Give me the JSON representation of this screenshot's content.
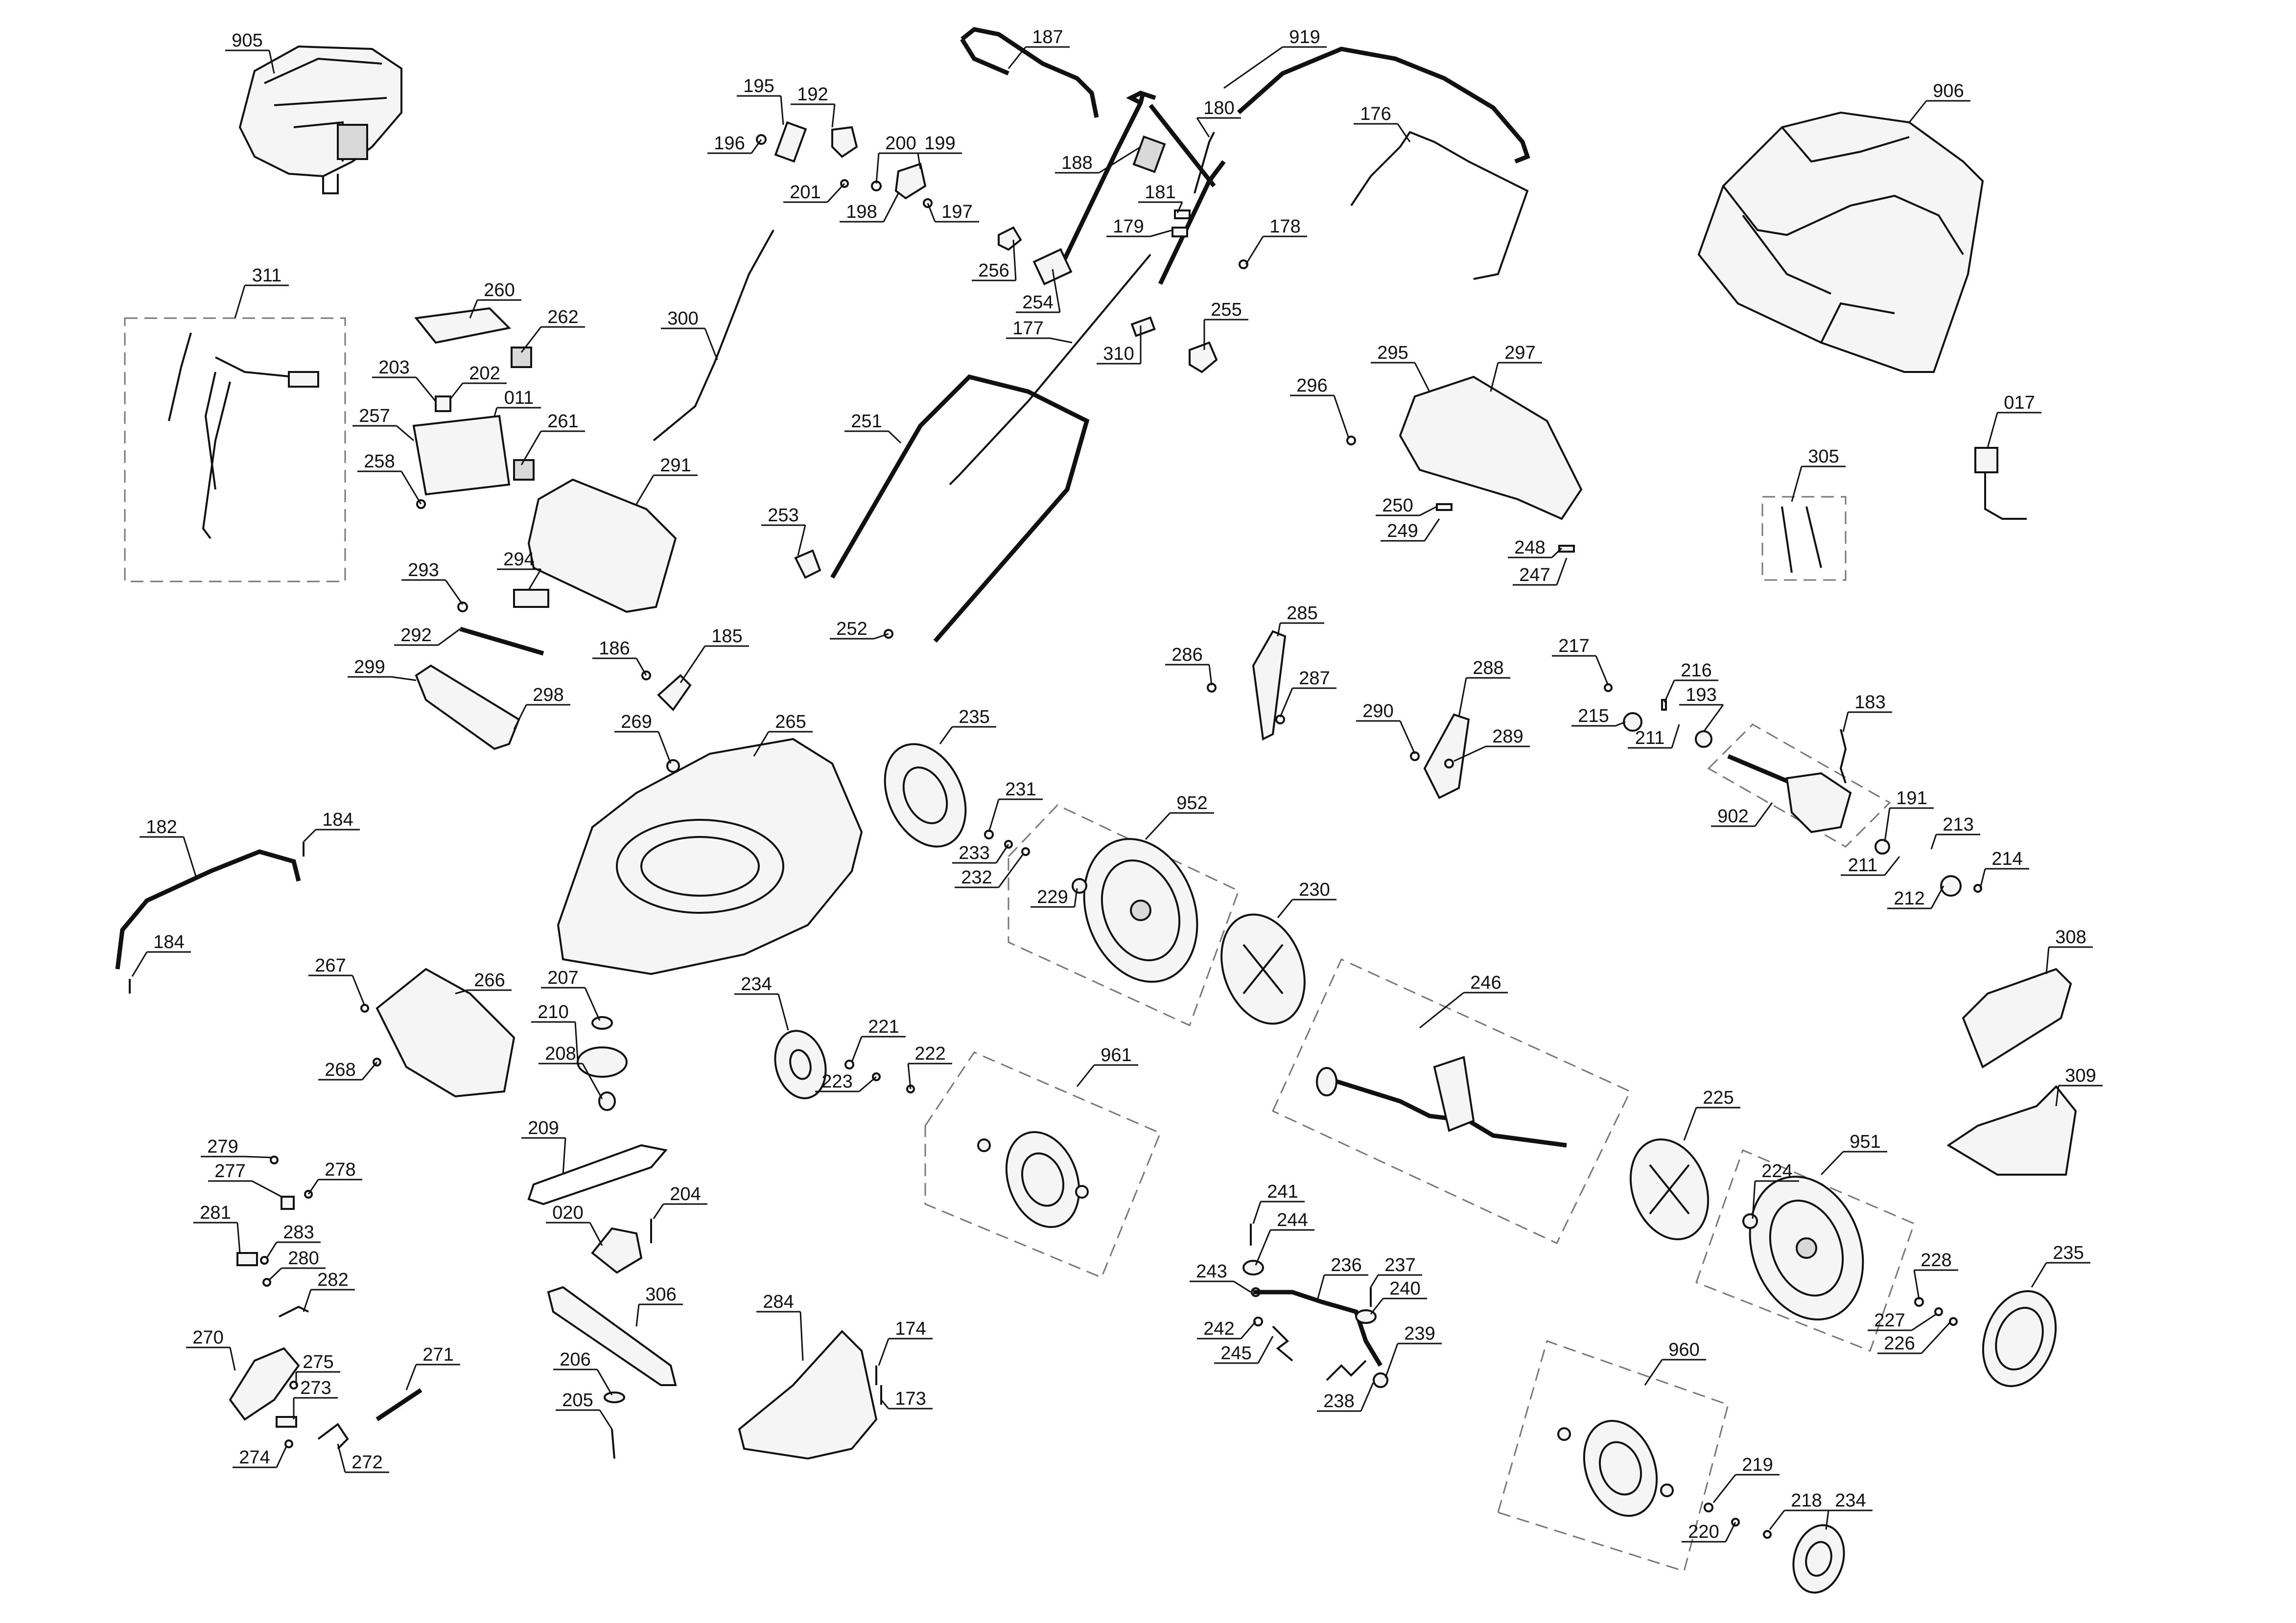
{
  "diagram": {
    "labels": {
      "905": "905",
      "187": "187",
      "919": "919",
      "195": "195",
      "192": "192",
      "196": "196",
      "180": "180",
      "176": "176",
      "906": "906",
      "200": "200",
      "199": "199",
      "188": "188",
      "201": "201",
      "198": "198",
      "197": "197",
      "181": "181",
      "179": "179",
      "178": "178",
      "256": "256",
      "254": "254",
      "255": "255",
      "311": "311",
      "260": "260",
      "262": "262",
      "300": "300",
      "177": "177",
      "310": "310",
      "295": "295",
      "297": "297",
      "296": "296",
      "203": "203",
      "202": "202",
      "011": "011",
      "257": "257",
      "261": "261",
      "017": "017",
      "251": "251",
      "291": "291",
      "258": "258",
      "305": "305",
      "250": "250",
      "249": "249",
      "253": "253",
      "248": "248",
      "247": "247",
      "293": "293",
      "294": "294",
      "285": "285",
      "252": "252",
      "292": "292",
      "186": "186",
      "185": "185",
      "286": "286",
      "217": "217",
      "287": "287",
      "288": "288",
      "216": "216",
      "299": "299",
      "298": "298",
      "290": "290",
      "215": "215",
      "193": "193",
      "183": "183",
      "235": "235",
      "269": "269",
      "265": "265",
      "289": "289",
      "211": "211",
      "231": "231",
      "952": "952",
      "191": "191",
      "902": "902",
      "182": "182",
      "184": "184",
      "233": "233",
      "213": "213",
      "214": "214",
      "232": "232",
      "230": "230",
      "229": "229",
      "212": "212",
      "308": "308",
      "267": "267",
      "266": "266",
      "246": "246",
      "207": "207",
      "234": "234",
      "210": "210",
      "221": "221",
      "222": "222",
      "961": "961",
      "268": "268",
      "208": "208",
      "223": "223",
      "309": "309",
      "225": "225",
      "209": "209",
      "279": "279",
      "277": "277",
      "278": "278",
      "951": "951",
      "224": "224",
      "241": "241",
      "020": "020",
      "204": "204",
      "244": "244",
      "281": "281",
      "283": "283",
      "280": "280",
      "236": "236",
      "237": "237",
      "243": "243",
      "228": "228",
      "282": "282",
      "240": "240",
      "306": "306",
      "242": "242",
      "227": "227",
      "226": "226",
      "270": "270",
      "284": "284",
      "174": "174",
      "245": "245",
      "239": "239",
      "271": "271",
      "206": "206",
      "275": "275",
      "273": "273",
      "960": "960",
      "238": "238",
      "173": "173",
      "205": "205",
      "274": "274",
      "272": "272",
      "219": "219",
      "218": "218",
      "220": "220"
    }
  },
  "colors": {
    "line": "#111111",
    "fill": "#f5f5f5",
    "dash": "#777777"
  }
}
